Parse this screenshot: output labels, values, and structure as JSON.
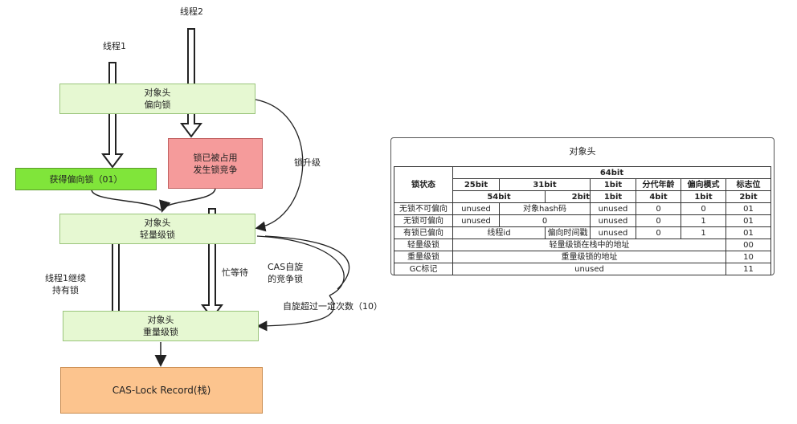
{
  "flow": {
    "thread2": "线程2",
    "thread1": "线程1",
    "box_biased": [
      "对象头",
      "偏向锁"
    ],
    "box_acquired": "获得偏向锁（01）",
    "box_contended": [
      "锁已被占用",
      "发生锁竞争"
    ],
    "box_light": [
      "对象头",
      "轻量级锁"
    ],
    "box_heavy": [
      "对象头",
      "重量级锁"
    ],
    "box_record": "CAS-Lock Record(栈)",
    "label_upgrade": "锁升级",
    "label_busy_wait": "忙等待",
    "label_cas_spin": [
      "CAS自旋",
      "的竞争锁"
    ],
    "label_spin_exceed": "自旋超过一定次数（10）",
    "label_thread1_hold": [
      "线程1继续",
      "持有锁"
    ]
  },
  "colors": {
    "light_green": "#e6f8d2",
    "bright_green": "#80e53a",
    "pink": "#f59b9b",
    "orange": "#fcc48e",
    "border": "#888888"
  },
  "table": {
    "title": "对象头",
    "header_64": "64bit",
    "lock_state": "锁状态",
    "h_25": "25bit",
    "h_31": "31bit",
    "h_1a": "1bit",
    "h_gen": "分代年龄",
    "h_bias": "偏向模式",
    "h_flag": "标志位",
    "h_54": "54bit",
    "h_2": "2bit",
    "h_1b": "1bit",
    "h_4": "4bit",
    "h_1c": "1bit",
    "h_2b": "2bit",
    "rows": [
      {
        "state": "无锁不可偏向",
        "c1": "unused",
        "c2": "对象hash码",
        "c3": "unused",
        "c4": "0",
        "c5": "0",
        "c6": "01"
      },
      {
        "state": "无锁可偏向",
        "c1": "unused",
        "c2": "0",
        "c3": "unused",
        "c4": "0",
        "c5": "1",
        "c6": "01"
      },
      {
        "state": "有锁已偏向",
        "c1": "线程id",
        "c2": "偏向时间戳",
        "c3": "unused",
        "c4": "0",
        "c5": "1",
        "c6": "01"
      },
      {
        "state": "轻量级锁",
        "span": "轻量级锁在栈中的地址",
        "c6": "00"
      },
      {
        "state": "重量级锁",
        "span": "重量级锁的地址",
        "c6": "10"
      },
      {
        "state": "GC标记",
        "span": "unused",
        "c6": "11"
      }
    ]
  }
}
